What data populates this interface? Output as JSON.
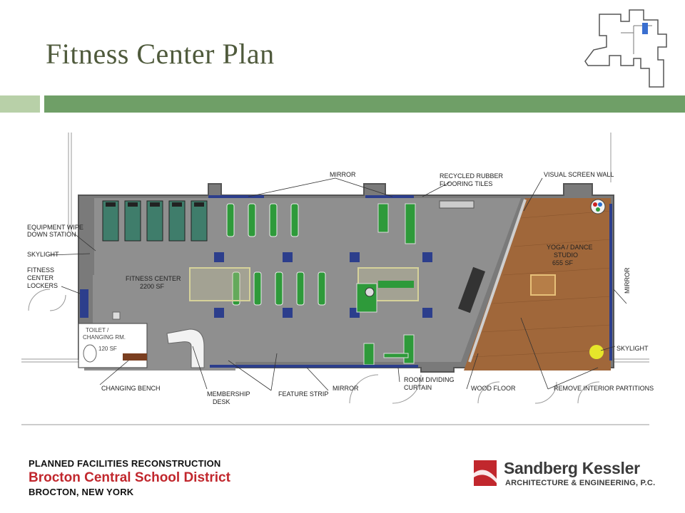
{
  "slide": {
    "title": "Fitness Center Plan"
  },
  "plan": {
    "labels": {
      "mirror_top": "MIRROR",
      "recycled_1": "RECYCLED RUBBER",
      "recycled_2": "FLOORING TILES",
      "visual_screen": "VISUAL SCREEN WALL",
      "equip_1": "EQUIPMENT WIPE",
      "equip_2": "DOWN STATION",
      "skylight_left": "SKYLIGHT",
      "lockers_1": "FITNESS",
      "lockers_2": "CENTER",
      "lockers_3": "LOCKERS",
      "fitness_1": "FITNESS CENTER",
      "fitness_2": "2200 SF",
      "yoga_1": "YOGA / DANCE",
      "yoga_2": "STUDIO",
      "yoga_3": "655 SF",
      "mirror_right": "MIRROR",
      "skylight_right": "SKYLIGHT",
      "toilet_1": "TOILET /",
      "toilet_2": "CHANGING RM.",
      "toilet_3": "120 SF",
      "changing_bench": "CHANGING BENCH",
      "membership_1": "MEMBERSHIP",
      "membership_2": "DESK",
      "feature_strip": "FEATURE STRIP",
      "mirror_bottom": "MIRROR",
      "room_div_1": "ROOM DIVIDING",
      "room_div_2": "CURTAIN",
      "wood_floor": "WOOD FLOOR",
      "remove_partitions": "REMOVE INTERIOR PARTITIONS"
    }
  },
  "footer": {
    "line1": "PLANNED FACILITIES RECONSTRUCTION",
    "line2": "Brocton Central School District",
    "line3": "BROCTON, NEW YORK"
  },
  "firm": {
    "name": "Sandberg Kessler",
    "subtitle": "ARCHITECTURE & ENGINEERING, P.C."
  },
  "colors": {
    "title": "#4f5a3c",
    "accent_green": "#6f9f67",
    "district_red": "#c1272d",
    "floor_gray": "#8f8f8f",
    "wood": "#a0673a",
    "mirror_blue": "#2c3e8c"
  }
}
